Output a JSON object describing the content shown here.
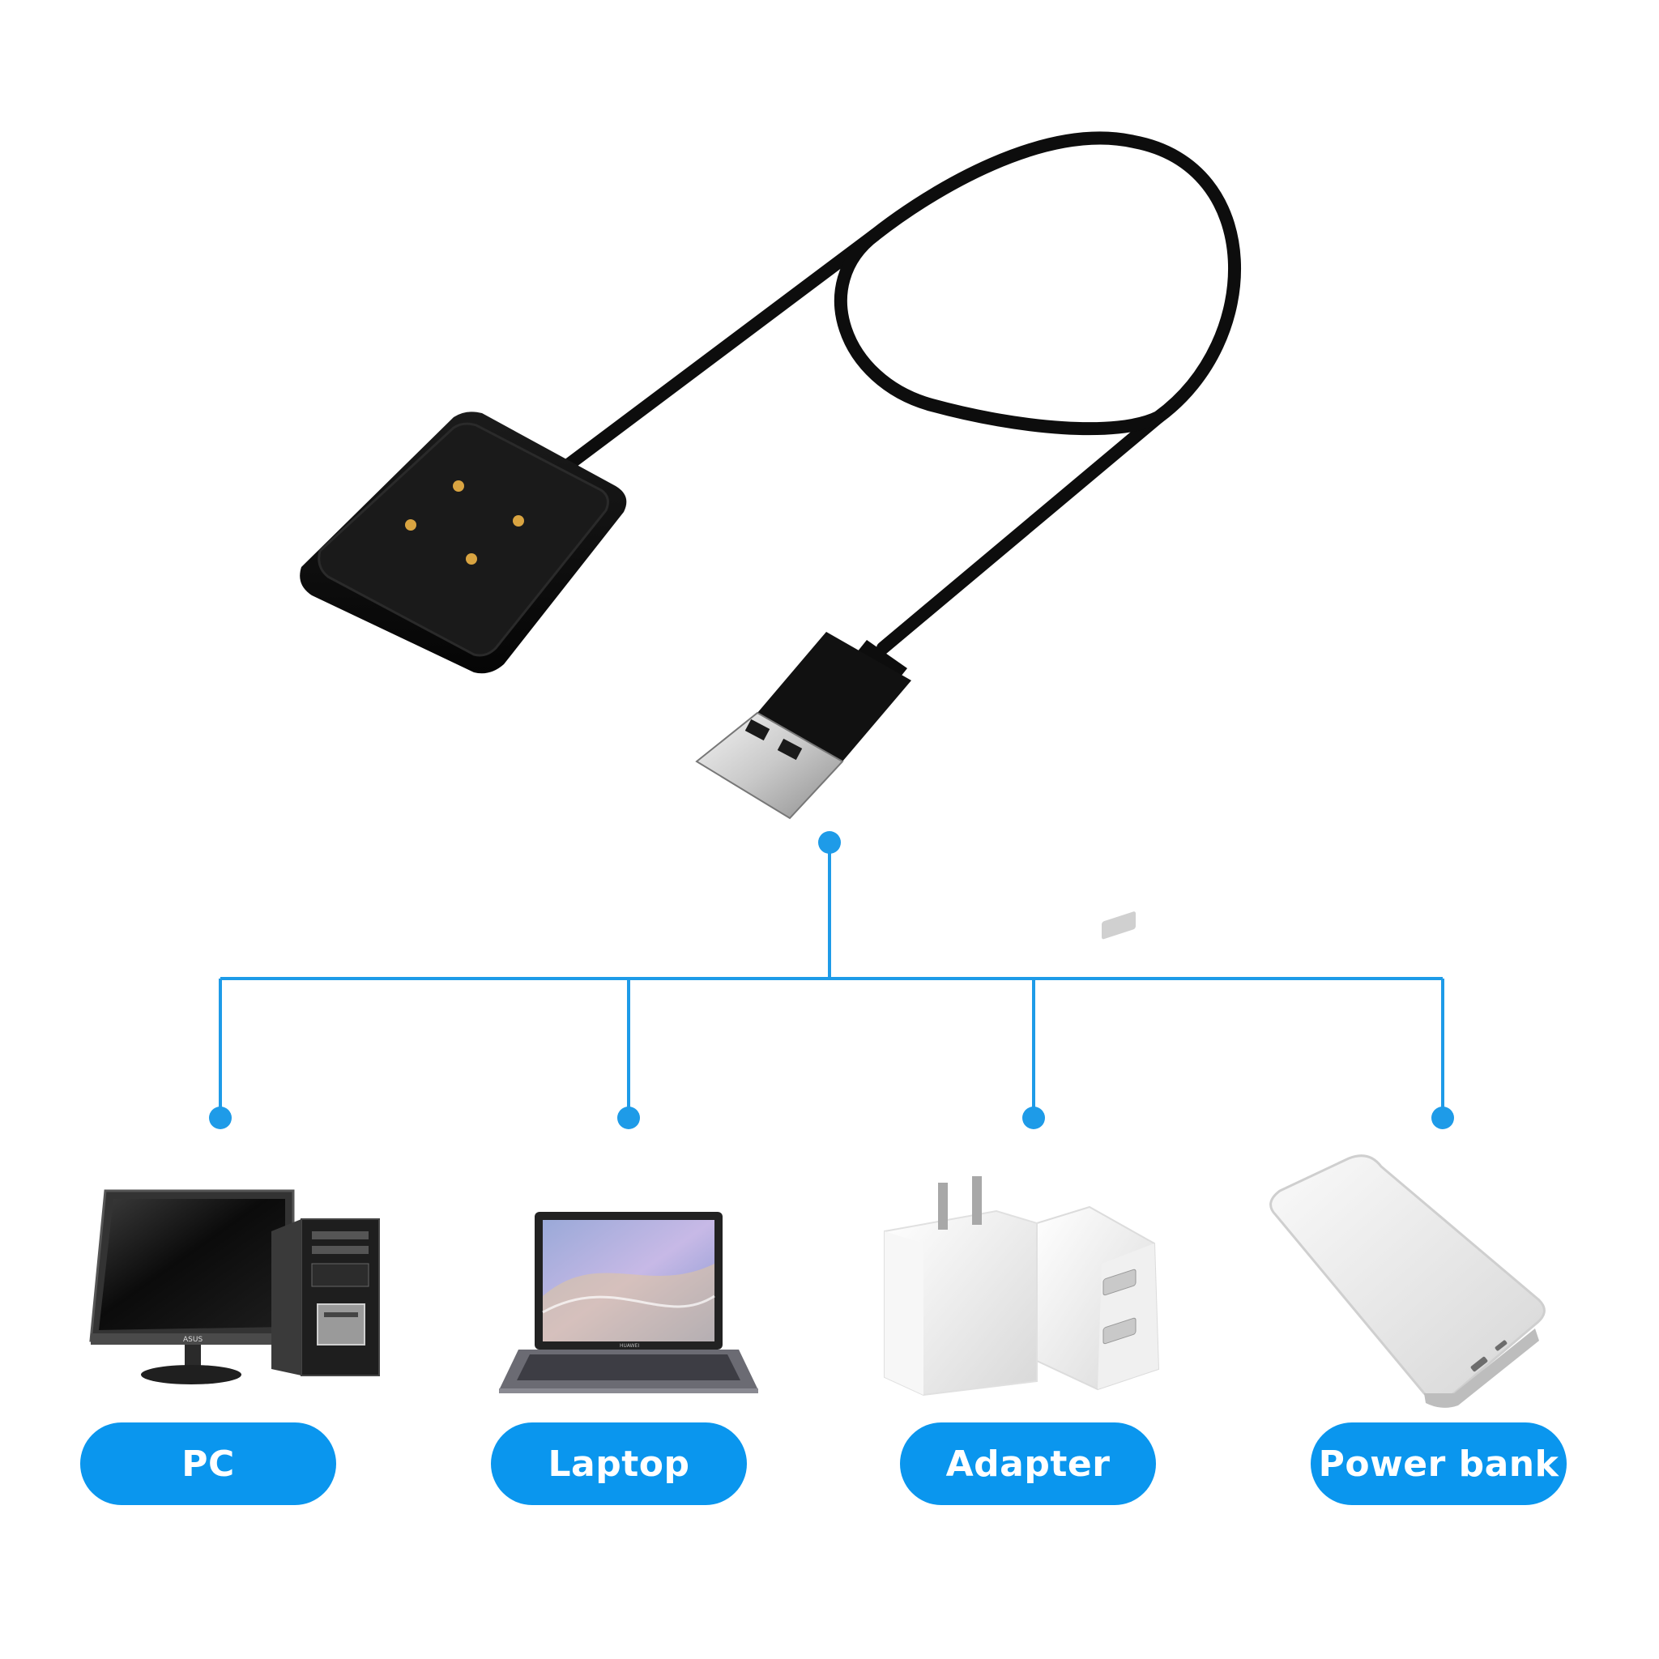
{
  "labels": {
    "pc": "PC",
    "laptop": "Laptop",
    "adapter": "Adapter",
    "power_bank": "Power bank"
  },
  "product": {
    "monitor_brand": "ASUS",
    "laptop_brand": "HUAWEI"
  },
  "icons": [
    "usb-charging-cable-icon",
    "desktop-pc-icon",
    "laptop-icon",
    "usb-wall-adapter-icon",
    "power-bank-icon"
  ],
  "colors": {
    "accent": "#0a96ee",
    "cable": "#0d0d0d",
    "pins": "#d9a441",
    "background": "#ffffff"
  }
}
